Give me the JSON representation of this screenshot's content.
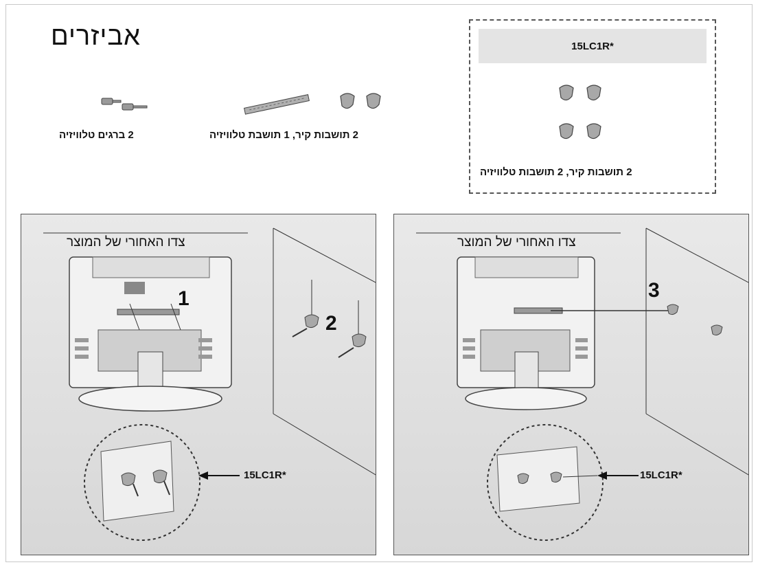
{
  "header": {
    "title": "אביזרים"
  },
  "accessories": [
    {
      "label": "2 ברגים טלוויזיה",
      "icon": "screw-pair-icon"
    },
    {
      "label": "2 תושבות קיר, 1 תושבת טלוויזיה",
      "icon": "wall-bracket-set-icon"
    }
  ],
  "model_box": {
    "model": "15LC1R*",
    "label": "2 תושבות קיר, 2 תושבות טלוויזיה",
    "icon": "wall-bracket-quad-icon"
  },
  "left_panel": {
    "title": "צדו האחורי של המוצר",
    "step_a": "1",
    "step_b": "2",
    "callout": "15LC1R*"
  },
  "right_panel": {
    "title": "צדו האחורי של המוצר",
    "step": "3",
    "callout": "15LC1R*"
  },
  "colors": {
    "panel_bg": "#e0e0e0",
    "line": "#333333",
    "dashed_border": "#555555",
    "model_bar": "#e4e4e4"
  }
}
